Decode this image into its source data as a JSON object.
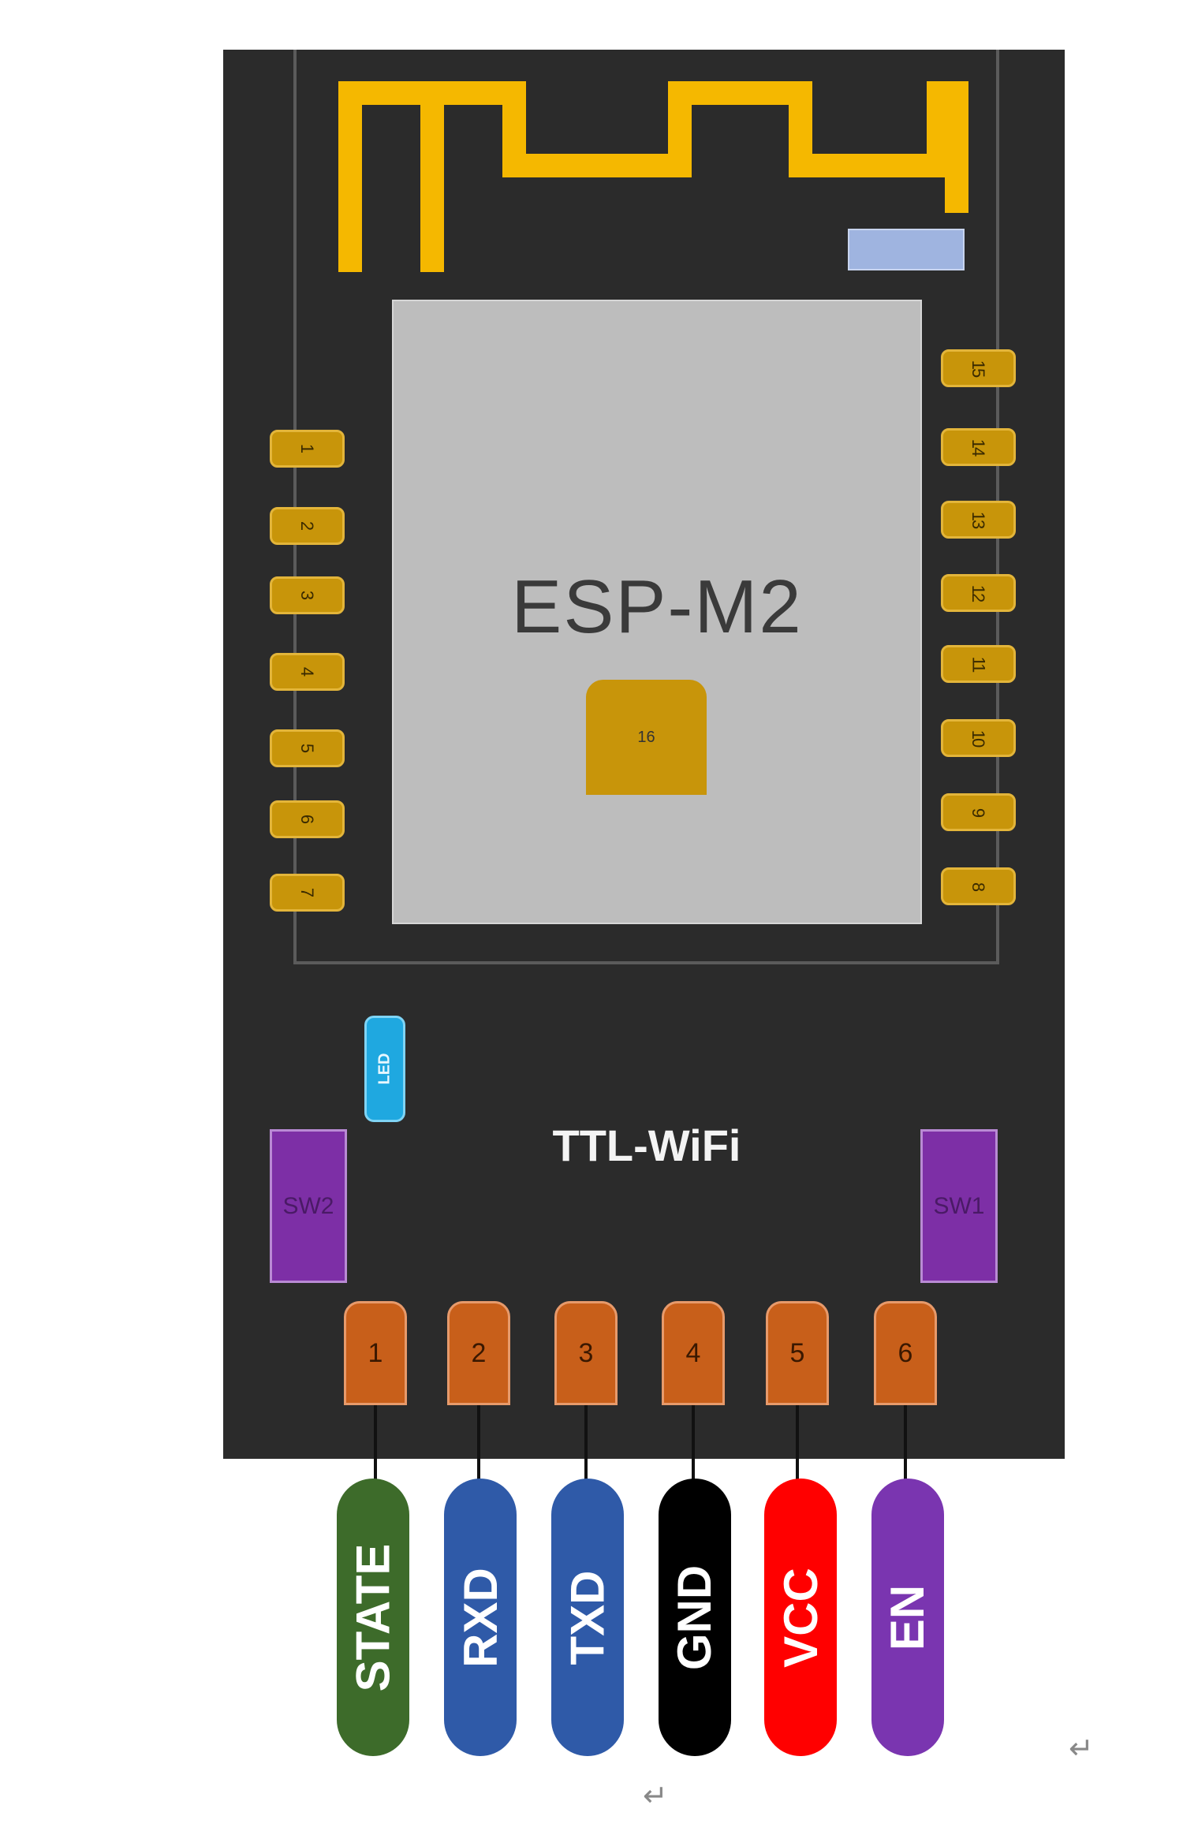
{
  "module": {
    "chip_label": "ESP-M2",
    "name": "TTL-WiFi",
    "led_label": "LED",
    "center_pad_label": "16",
    "left_pads": [
      "1",
      "2",
      "3",
      "4",
      "5",
      "6",
      "7"
    ],
    "right_pads": [
      "15",
      "14",
      "13",
      "12",
      "11",
      "10",
      "9",
      "8"
    ],
    "switches": [
      "SW2",
      "SW1"
    ]
  },
  "header_pins": [
    "1",
    "2",
    "3",
    "4",
    "5",
    "6"
  ],
  "pin_labels": [
    {
      "text": "STATE",
      "color": "#3d6b2a"
    },
    {
      "text": "RXD",
      "color": "#2f5aa8"
    },
    {
      "text": "TXD",
      "color": "#2f5aa8"
    },
    {
      "text": "GND",
      "color": "#000000"
    },
    {
      "text": "VCC",
      "color": "#ff0000"
    },
    {
      "text": "EN",
      "color": "#7a35b0"
    }
  ],
  "colors": {
    "board": "#2b2b2b",
    "antenna": "#f5b800",
    "chip": "#bdbdbd",
    "pad": "#c8950a",
    "pin": "#c85f1a",
    "switch": "#7d2fa6",
    "led": "#1fa8e0"
  },
  "return_marks": [
    "↵",
    "↵"
  ]
}
